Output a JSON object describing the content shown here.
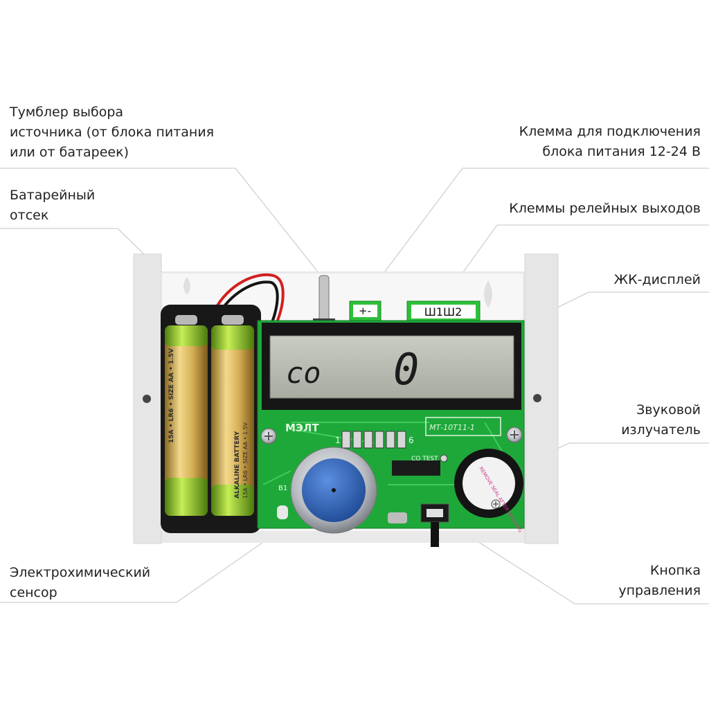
{
  "callouts": {
    "toggle_switch": [
      "Тумблер выбора",
      "источника (от блока питания",
      "или от батареек)"
    ],
    "battery_compartment": [
      "Батарейный",
      "отсек"
    ],
    "power_terminal": [
      "Клемма для подключения",
      "блока питания 12-24 В"
    ],
    "relay_terminals": [
      "Клеммы релейных выходов"
    ],
    "lcd": [
      "ЖК-дисплей"
    ],
    "buzzer": [
      "Звуковой",
      "излучатель"
    ],
    "sensor": [
      "Электрохимический",
      "сенсор"
    ],
    "control_button": [
      "Кнопка",
      "управления"
    ]
  },
  "device": {
    "lcd_left": "co",
    "lcd_value": "0",
    "power_terminal_mark": "+-",
    "relay_terminal_mark": "Ш1Ш2",
    "brand": "МЭЛТ",
    "model": "МТ-10Т11-1",
    "pin_first": "1",
    "pin_last": "6",
    "co_test": "CO TEST",
    "sensor_ref": "B1",
    "buzzer_text": "REMOVE SEAL AFTER WASHING",
    "battery_text": "ALKALINE BATTERY",
    "battery_spec": "15A • LR6 • SIZE AA • 1.5V"
  },
  "colors": {
    "pcb": "#1fa83a",
    "lcd_glass": "#b9bdb3",
    "battery_gold": "#d7b15c",
    "battery_green": "#9ccf2e",
    "sensor_blue": "#2f63b8",
    "housing": "#ececec"
  }
}
